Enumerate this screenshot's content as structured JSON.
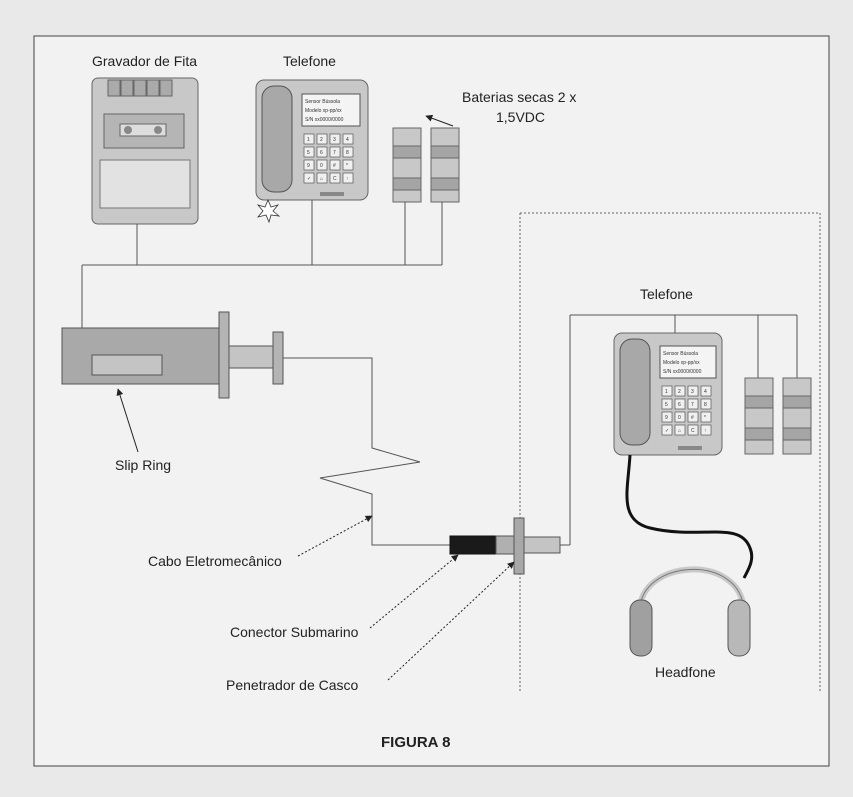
{
  "labels": {
    "gravador": "Gravador de Fita",
    "telefone_top": "Telefone",
    "baterias_line1": "Baterias secas 2 x",
    "baterias_line2": "1,5VDC",
    "telefone_right": "Telefone",
    "slip_ring": "Slip Ring",
    "cabo": "Cabo Eletromecânico",
    "conector": "Conector Submarino",
    "penetrador": "Penetrador de Casco",
    "headfone": "Headfone",
    "figura": "FIGURA 8"
  },
  "phone_display": {
    "line1": "Sensor Bússola",
    "line2": "Modelo xp-pp/xx",
    "line3": "S/N xx0000/0000"
  },
  "keypad": [
    "1",
    "2",
    "3",
    "4",
    "5",
    "6",
    "7",
    "8",
    "9",
    "0",
    "#",
    "*",
    "✓",
    "⌂",
    "C",
    "↑"
  ],
  "colors": {
    "device_fill": "#c8c8c8",
    "device_dark": "#9a9a9a",
    "line": "#555555",
    "dark_connector": "#1a1a1a"
  }
}
